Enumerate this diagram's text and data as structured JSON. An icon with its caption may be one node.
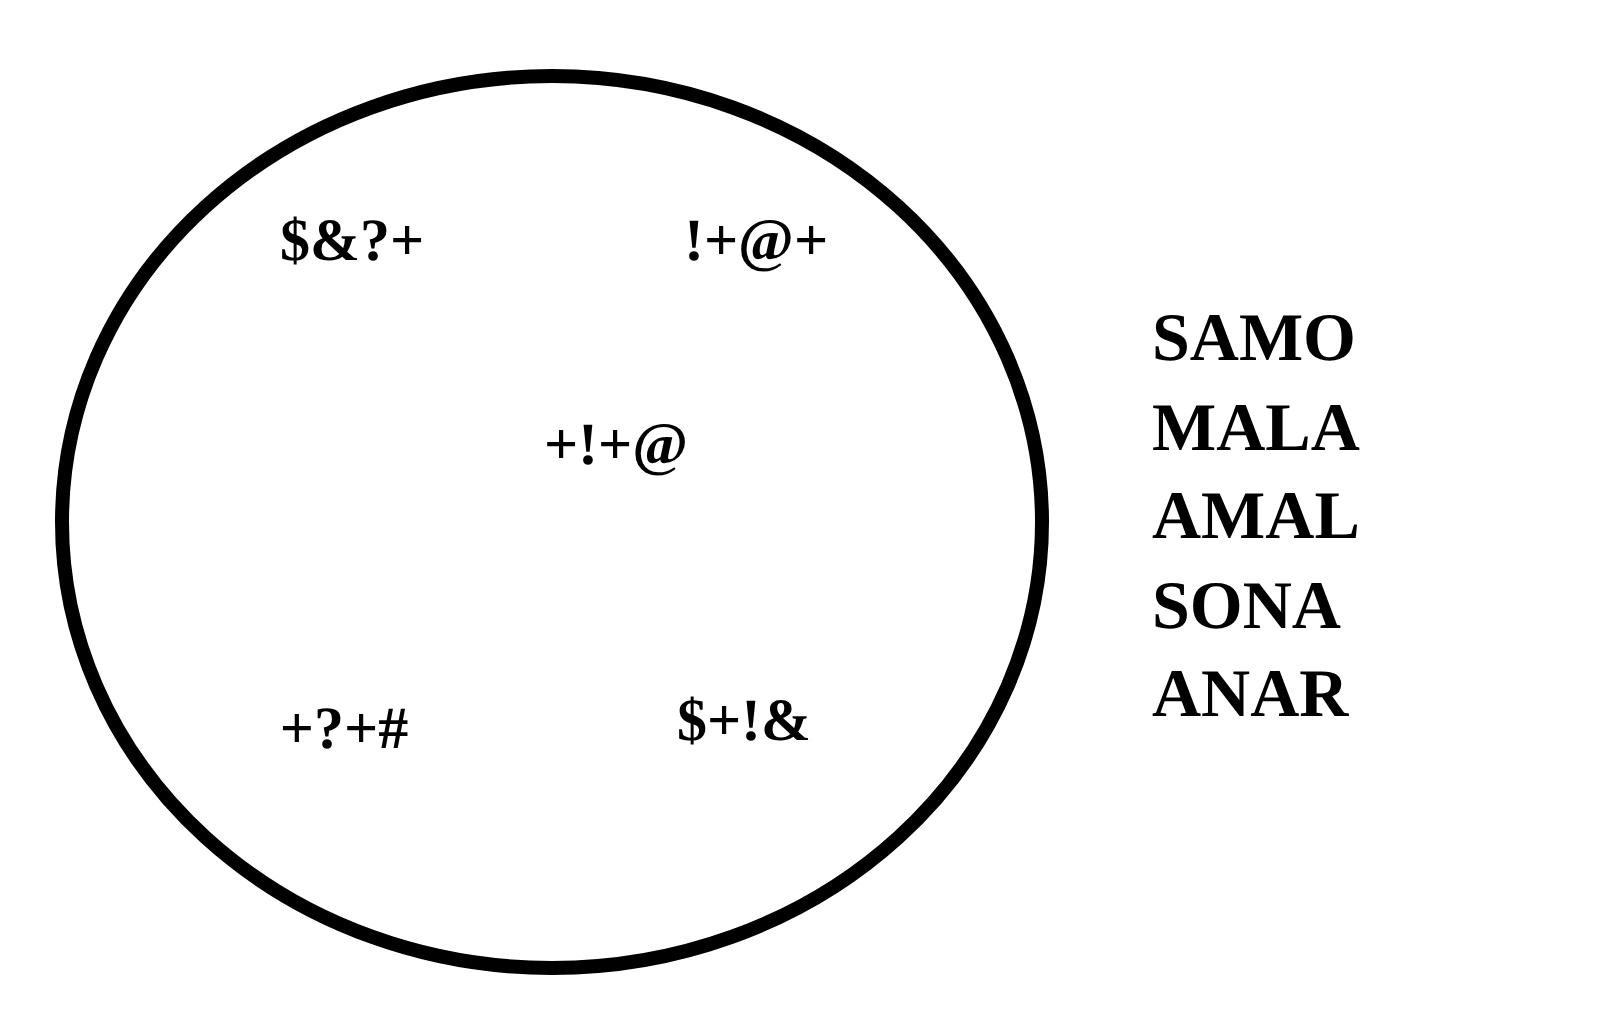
{
  "diagram": {
    "nodes": [
      {
        "text": [
          "$&?+",
          "!+@+",
          "+!+@",
          "+?+#",
          "$+!&"
        ]
      }
    ],
    "labels": [
      "SAMO",
      "MALA",
      "AMAL",
      "SONA",
      "ANAR"
    ]
  }
}
